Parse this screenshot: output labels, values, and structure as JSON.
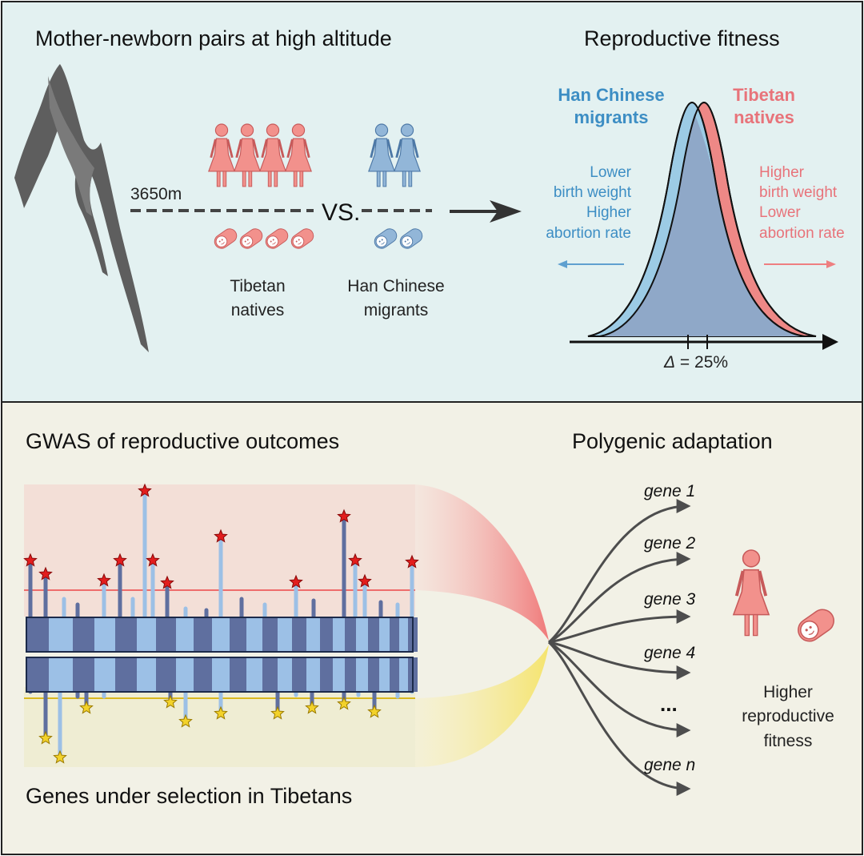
{
  "top_panel": {
    "left_title": "Mother-newborn pairs at high altitude",
    "right_title": "Reproductive fitness",
    "altitude_label": "3650m",
    "vs_label": "VS.",
    "tibetan_label_1": "Tibetan",
    "tibetan_label_2": "natives",
    "han_label_1": "Han Chinese",
    "han_label_2": "migrants",
    "curve_han_title_1": "Han Chinese",
    "curve_han_title_2": "migrants",
    "curve_tib_title_1": "Tibetan",
    "curve_tib_title_2": "natives",
    "han_notes": [
      "Lower",
      "birth weight",
      "Higher",
      "abortion rate"
    ],
    "tib_notes": [
      "Higher",
      "birth weight",
      "Lower",
      "abortion rate"
    ],
    "delta_symbol": "Δ",
    "delta_value": " = 25%",
    "tibetan_count": 4,
    "han_count": 2
  },
  "bottom_panel": {
    "gwas_title": "GWAS of reproductive outcomes",
    "selection_title": "Genes under selection in Tibetans",
    "adaptation_title": "Polygenic adaptation",
    "genes": [
      "gene 1",
      "gene 2",
      "gene 3",
      "gene 4",
      "...",
      "gene n"
    ],
    "outcome_1": "Higher",
    "outcome_2": "reproductive",
    "outcome_3": "fitness"
  },
  "colors": {
    "top_bg": "#e3f1f1",
    "bottom_bg": "#f2f1e6",
    "han_blue": "#8fb3d6",
    "han_text": "#3d8ec4",
    "tib_red": "#f08a88",
    "tib_text": "#e8737a",
    "mountain": "#5e5e5e",
    "dark_bar": "#5f6f9f",
    "light_bar": "#9cc0e6",
    "star_red": "#e21d1d",
    "star_yellow": "#f3d22a"
  }
}
